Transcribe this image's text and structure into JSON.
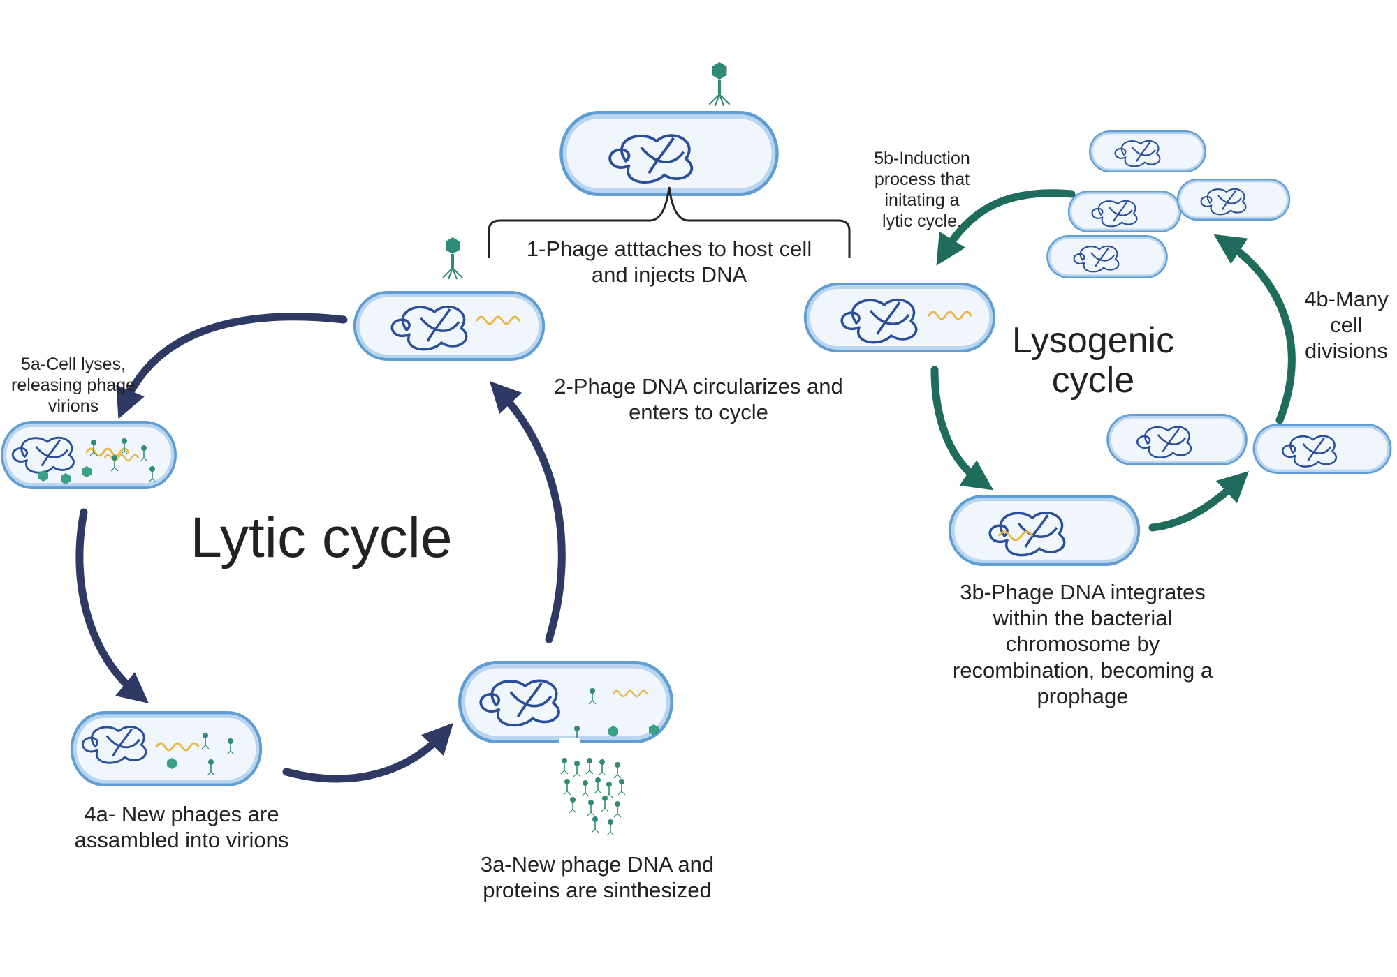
{
  "titles": {
    "lytic": "Lytic cycle",
    "lysogenic_line1": "Lysogenic",
    "lysogenic_line2": "cycle"
  },
  "steps": {
    "s1": [
      "1-Phage atttaches to host cell",
      "and injects DNA"
    ],
    "s2": [
      "2-Phage DNA circularizes and",
      "enters to cycle"
    ],
    "s3a": [
      "3a-New phage DNA and",
      "proteins are sinthesized"
    ],
    "s4a": [
      "4a- New phages are",
      "assambled into virions"
    ],
    "s5a": [
      "5a-Cell lyses,",
      "releasing phage",
      "virions"
    ],
    "s3b": [
      "3b-Phage DNA integrates",
      "within the bacterial",
      "chromosome by",
      "recombination, becoming a",
      "prophage"
    ],
    "s4b": [
      "4b-Many",
      "cell",
      "divisions"
    ],
    "s5b": [
      "5b-Induction",
      "process that",
      "initating a",
      "lytic cycle."
    ]
  },
  "colors": {
    "lytic_arrow": "#2e3a63",
    "lysogenic_arrow": "#1f6b5c",
    "cell_outer": "#7fb2dd",
    "cell_fill": "#f1f6fc",
    "chromosome": "#2a4f9a",
    "phage_dna": "#e8b848",
    "phage": "#2f8a78"
  }
}
